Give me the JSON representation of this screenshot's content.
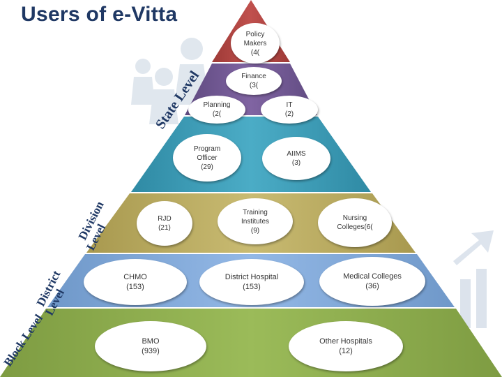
{
  "title": "Users of e-Vitta",
  "colors": {
    "title": "#1f3864",
    "tier_apex": "#c0504d",
    "tier_state": "#8064a2",
    "tier_mid": "#4bacc6",
    "tier_division": "#c3b46b",
    "tier_district": "#8eb4e3",
    "tier_block": "#9bbb59",
    "level_text": "#1f3864"
  },
  "levels": {
    "state": "State Level",
    "division": "Division\nLevel",
    "district": "District\nLevel",
    "block": "Block Level"
  },
  "nodes": {
    "policy": "Policy\nMakers\n(4(",
    "finance": "Finance\n(3(",
    "planning": "Planning\n(2(",
    "it": "IT\n(2)",
    "program": "Program\nOfficer\n(29)",
    "aiims": "AIIMS\n(3)",
    "rjd": "RJD\n(21)",
    "training": "Training\nInstitutes\n(9)",
    "nursing": "Nursing\nColleges(6(",
    "chmo": "CHMO\n(153)",
    "district_hospital": "District Hospital\n(153)",
    "medical_colleges": "Medical Colleges\n(36)",
    "bmo": "BMO\n(939)",
    "other_hospitals": "Other Hospitals\n(12)"
  }
}
